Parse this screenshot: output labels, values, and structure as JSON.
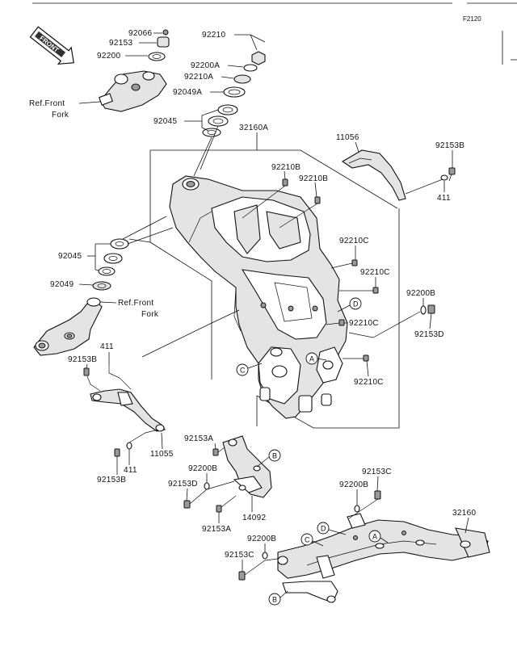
{
  "figure_code": "F2120",
  "front_badge": "FRONT",
  "ref_front_fork": [
    "Ref.Front",
    "Fork"
  ],
  "callout_letters": [
    "A",
    "B",
    "C",
    "D"
  ],
  "part_numbers": {
    "p92066": "92066",
    "p92153": "92153",
    "p92200": "92200",
    "p92210": "92210",
    "p92200A": "92200A",
    "p92210A": "92210A",
    "p92049A": "92049A",
    "p92045": "92045",
    "p32160A": "32160A",
    "p11056": "11056",
    "p92153B": "92153B",
    "p411": "411",
    "p92210B": "92210B",
    "p92210C": "92210C",
    "p92200B": "92200B",
    "p92153D": "92153D",
    "p92049": "92049",
    "p11055": "11055",
    "p92153A": "92153A",
    "p14092": "14092",
    "p92153C": "92153C",
    "p32160": "32160"
  }
}
